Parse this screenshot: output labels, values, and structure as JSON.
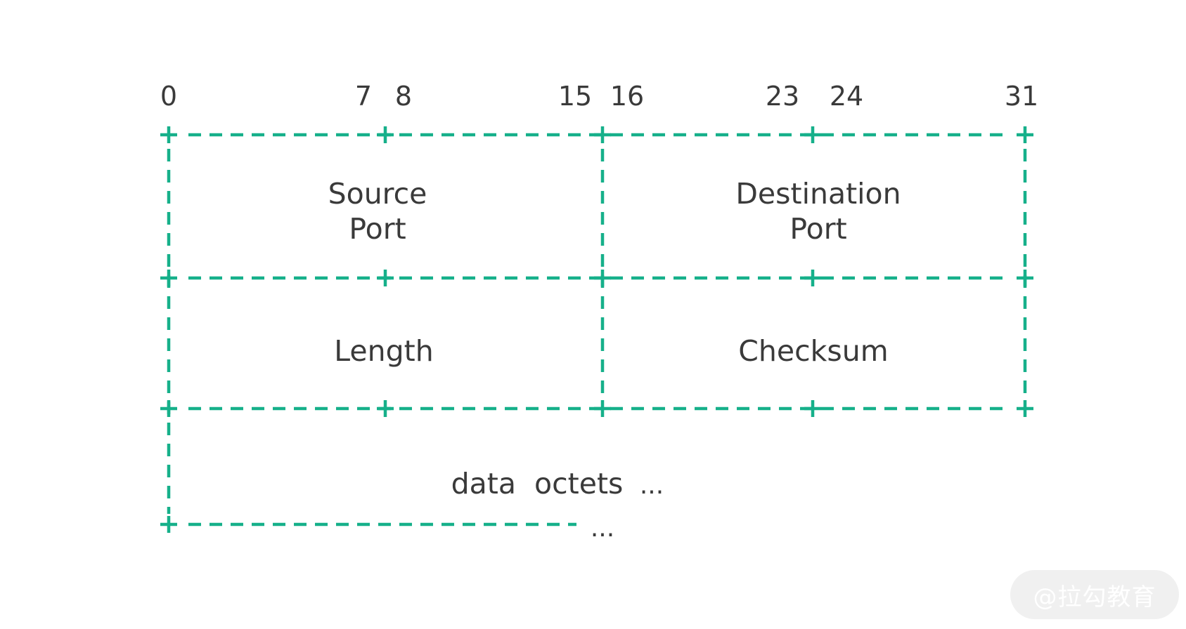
{
  "bit_numbers": {
    "b0": "0",
    "b7": "7",
    "b8": "8",
    "b15": "15",
    "b16": "16",
    "b23": "23",
    "b24": "24",
    "b31": "31"
  },
  "fields": {
    "source_port_line1": "Source",
    "source_port_line2": "Port",
    "destination_port_line1": "Destination",
    "destination_port_line2": "Port",
    "length": "Length",
    "checksum": "Checksum",
    "data_octets": "data  octets",
    "data_ellipsis": "...",
    "bottom_ellipsis": "..."
  },
  "watermark": "@拉勾教育",
  "colors": {
    "accent": "#16b08a",
    "text": "#3a3a3a"
  }
}
